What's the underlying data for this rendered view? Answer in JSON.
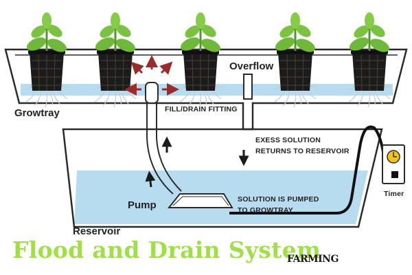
{
  "labels": {
    "overflow": "Overflow",
    "growtray": "Growtray",
    "fill_drain_fitting": "FILL/DRAIN FITTING",
    "excess_line1": "EXESS SOLUTION",
    "excess_line2": "RETURNS TO RESERVOIR",
    "pumped_line1": "SOLUTION IS PUMPED",
    "pumped_line2": "TO GROWTRAY",
    "pump": "Pump",
    "timer": "Timer",
    "reservoir": "Reservoir"
  },
  "title": "Flood and Drain System",
  "brand": "FARMING",
  "colors": {
    "water": "#b7dcf0",
    "title": "#9fe046",
    "leaf": "#7cc242",
    "arrow_red": "#9b2a2a",
    "outline": "#2a2a2a",
    "timer_dial": "#f2c418"
  },
  "icons": [
    "plant-icon",
    "clock-icon",
    "plug-icon"
  ]
}
